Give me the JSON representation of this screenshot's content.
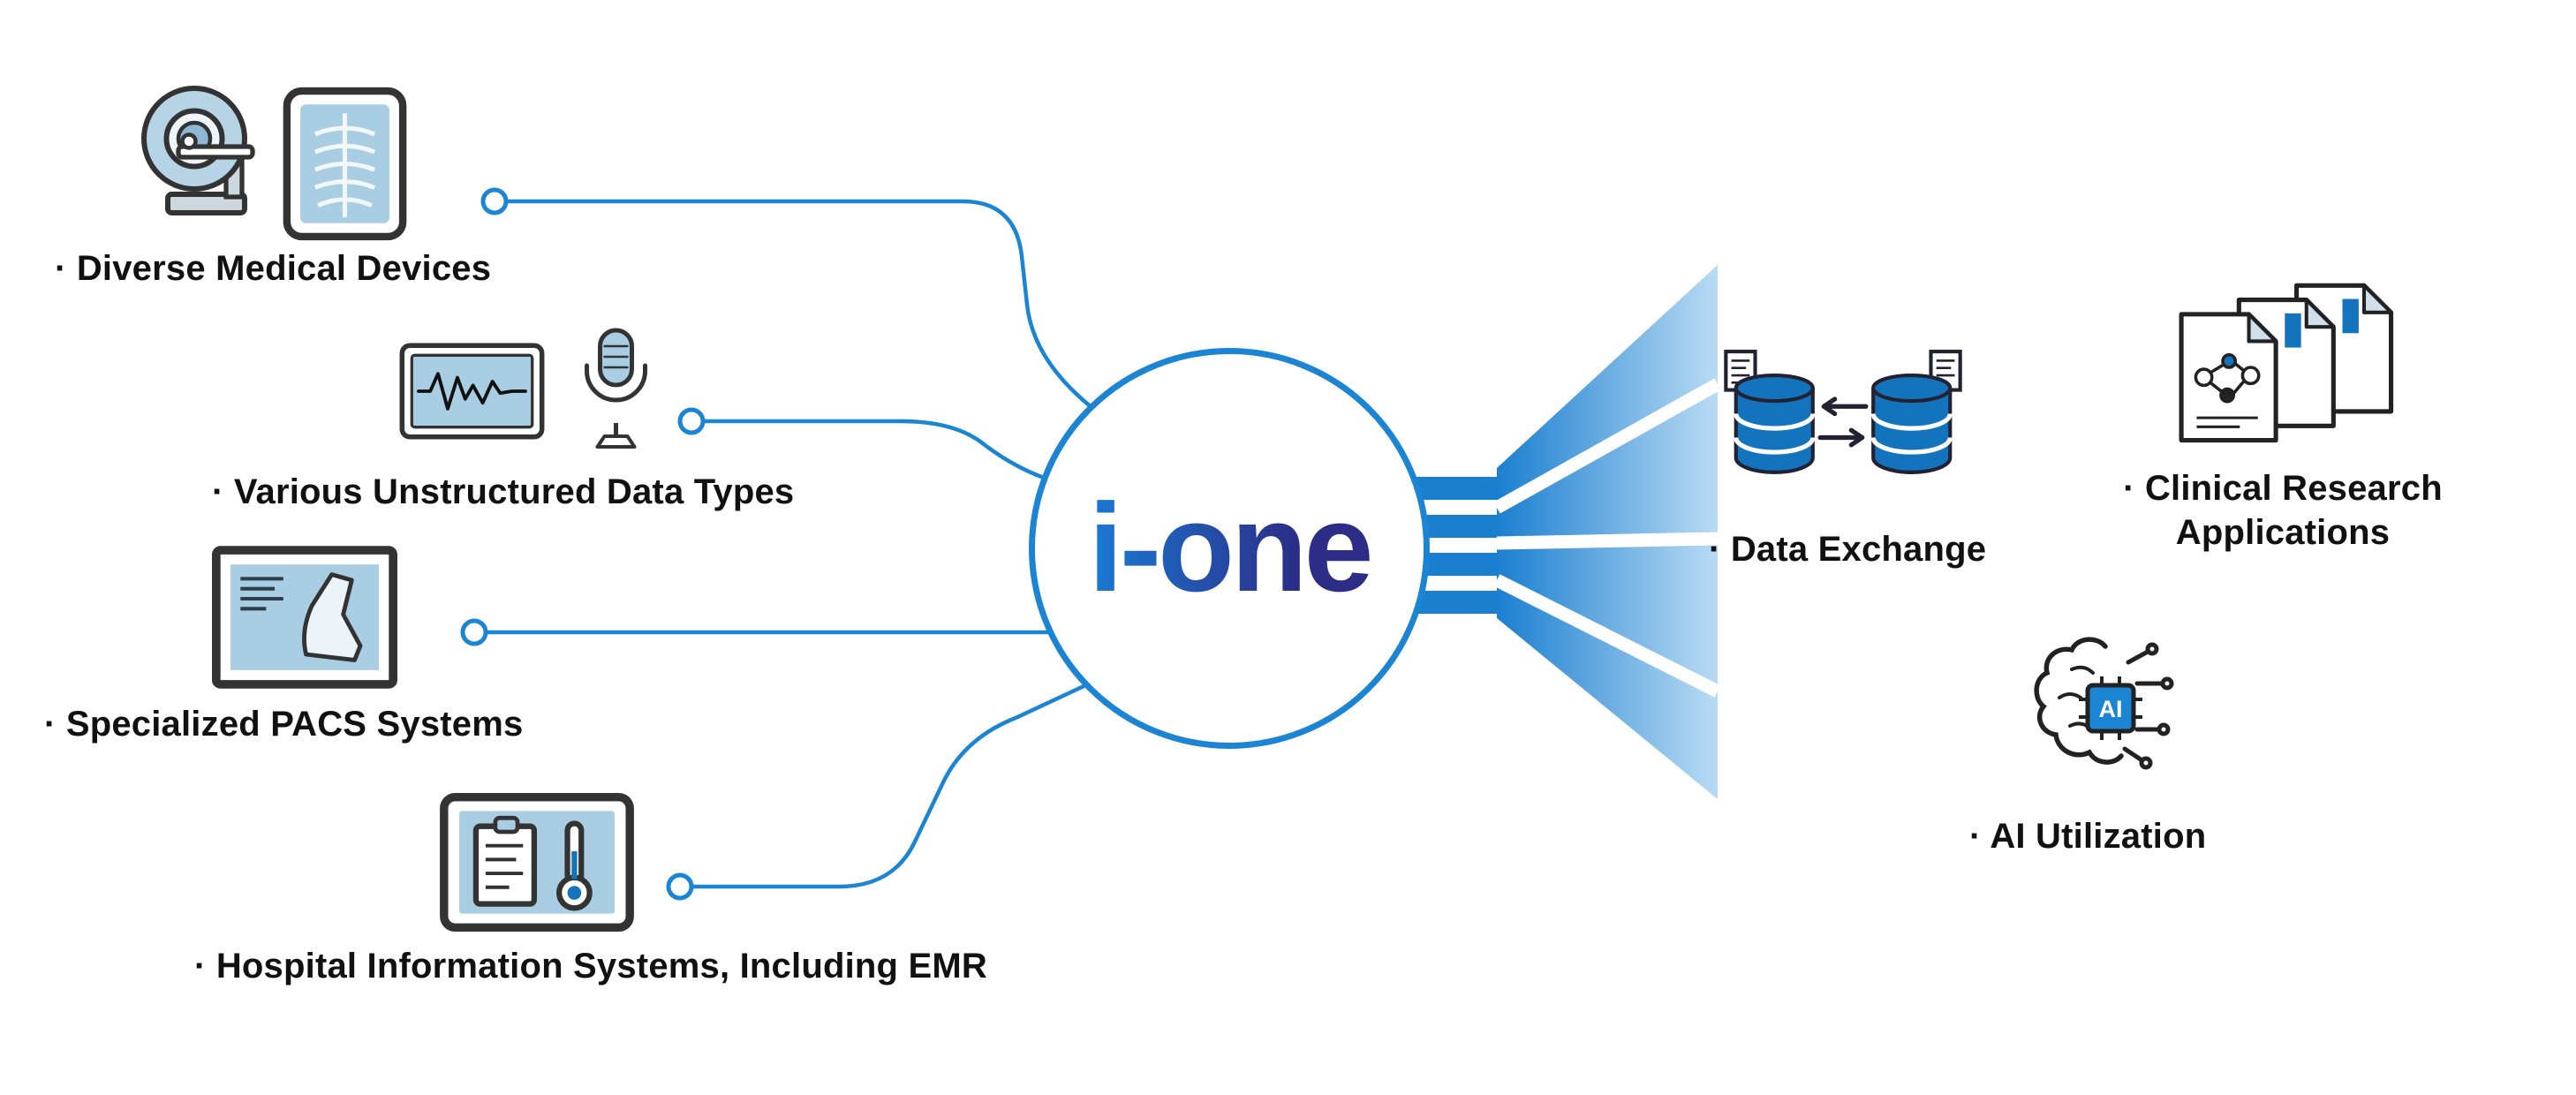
{
  "diagram": {
    "hub": {
      "logo_text": "i-one"
    },
    "inputs": [
      {
        "label": "· Diverse Medical Devices"
      },
      {
        "label": "· Various Unstructured Data Types"
      },
      {
        "label": "· Specialized PACS Systems"
      },
      {
        "label": "· Hospital Information Systems, Including EMR"
      }
    ],
    "outputs": [
      {
        "label": "· Data Exchange"
      },
      {
        "label_line1": "· Clinical Research",
        "label_line2": "Applications"
      },
      {
        "label": "· AI Utilization",
        "chip_text": "AI"
      }
    ],
    "colors": {
      "accent_blue": "#1b85d4",
      "deep_blue": "#1473bd",
      "logo_gradient_start": "#1a7ad4",
      "logo_gradient_end": "#2b2d86",
      "icon_screen_blue": "#a9cde3",
      "outline_dark": "#333333",
      "text": "#111111"
    }
  }
}
